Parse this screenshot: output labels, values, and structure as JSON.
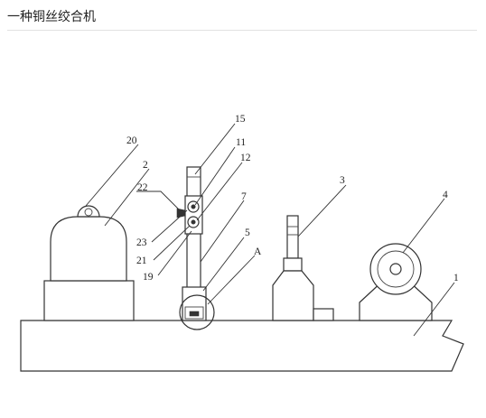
{
  "page": {
    "title": "一种铜丝绞合机"
  },
  "diagram": {
    "labels": {
      "l1": "1",
      "l2": "2",
      "l3": "3",
      "l4": "4",
      "l5": "5",
      "l7": "7",
      "l11": "11",
      "l12": "12",
      "l15": "15",
      "l19": "19",
      "l20": "20",
      "l21": "21",
      "l22": "22",
      "l23": "23",
      "lA": "A"
    }
  }
}
